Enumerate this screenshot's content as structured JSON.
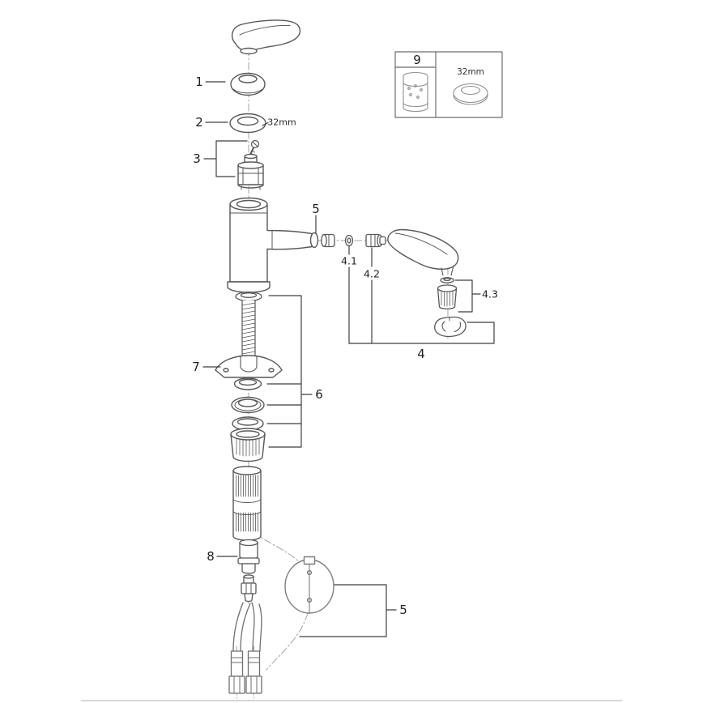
{
  "diagram": {
    "callouts": {
      "part1": "1",
      "part2": "2",
      "part3": "3",
      "part4": "4",
      "part4_1": "4.1",
      "part4_2": "4.2",
      "part4_3": "4.3",
      "part5_spout": "5",
      "part5_hose": "5",
      "part6": "6",
      "part7": "7",
      "part8": "8"
    },
    "annotations": {
      "wrench_size_main": "32mm"
    },
    "inset": {
      "label": "9",
      "wrench_size": "32mm"
    },
    "colors": {
      "background": "#ffffff",
      "part_line": "#575757",
      "light_line": "#8f8f8f",
      "leader_line": "#3f3f3f",
      "label_text": "#1f1f1f",
      "separator": "#d6d6d6"
    }
  }
}
